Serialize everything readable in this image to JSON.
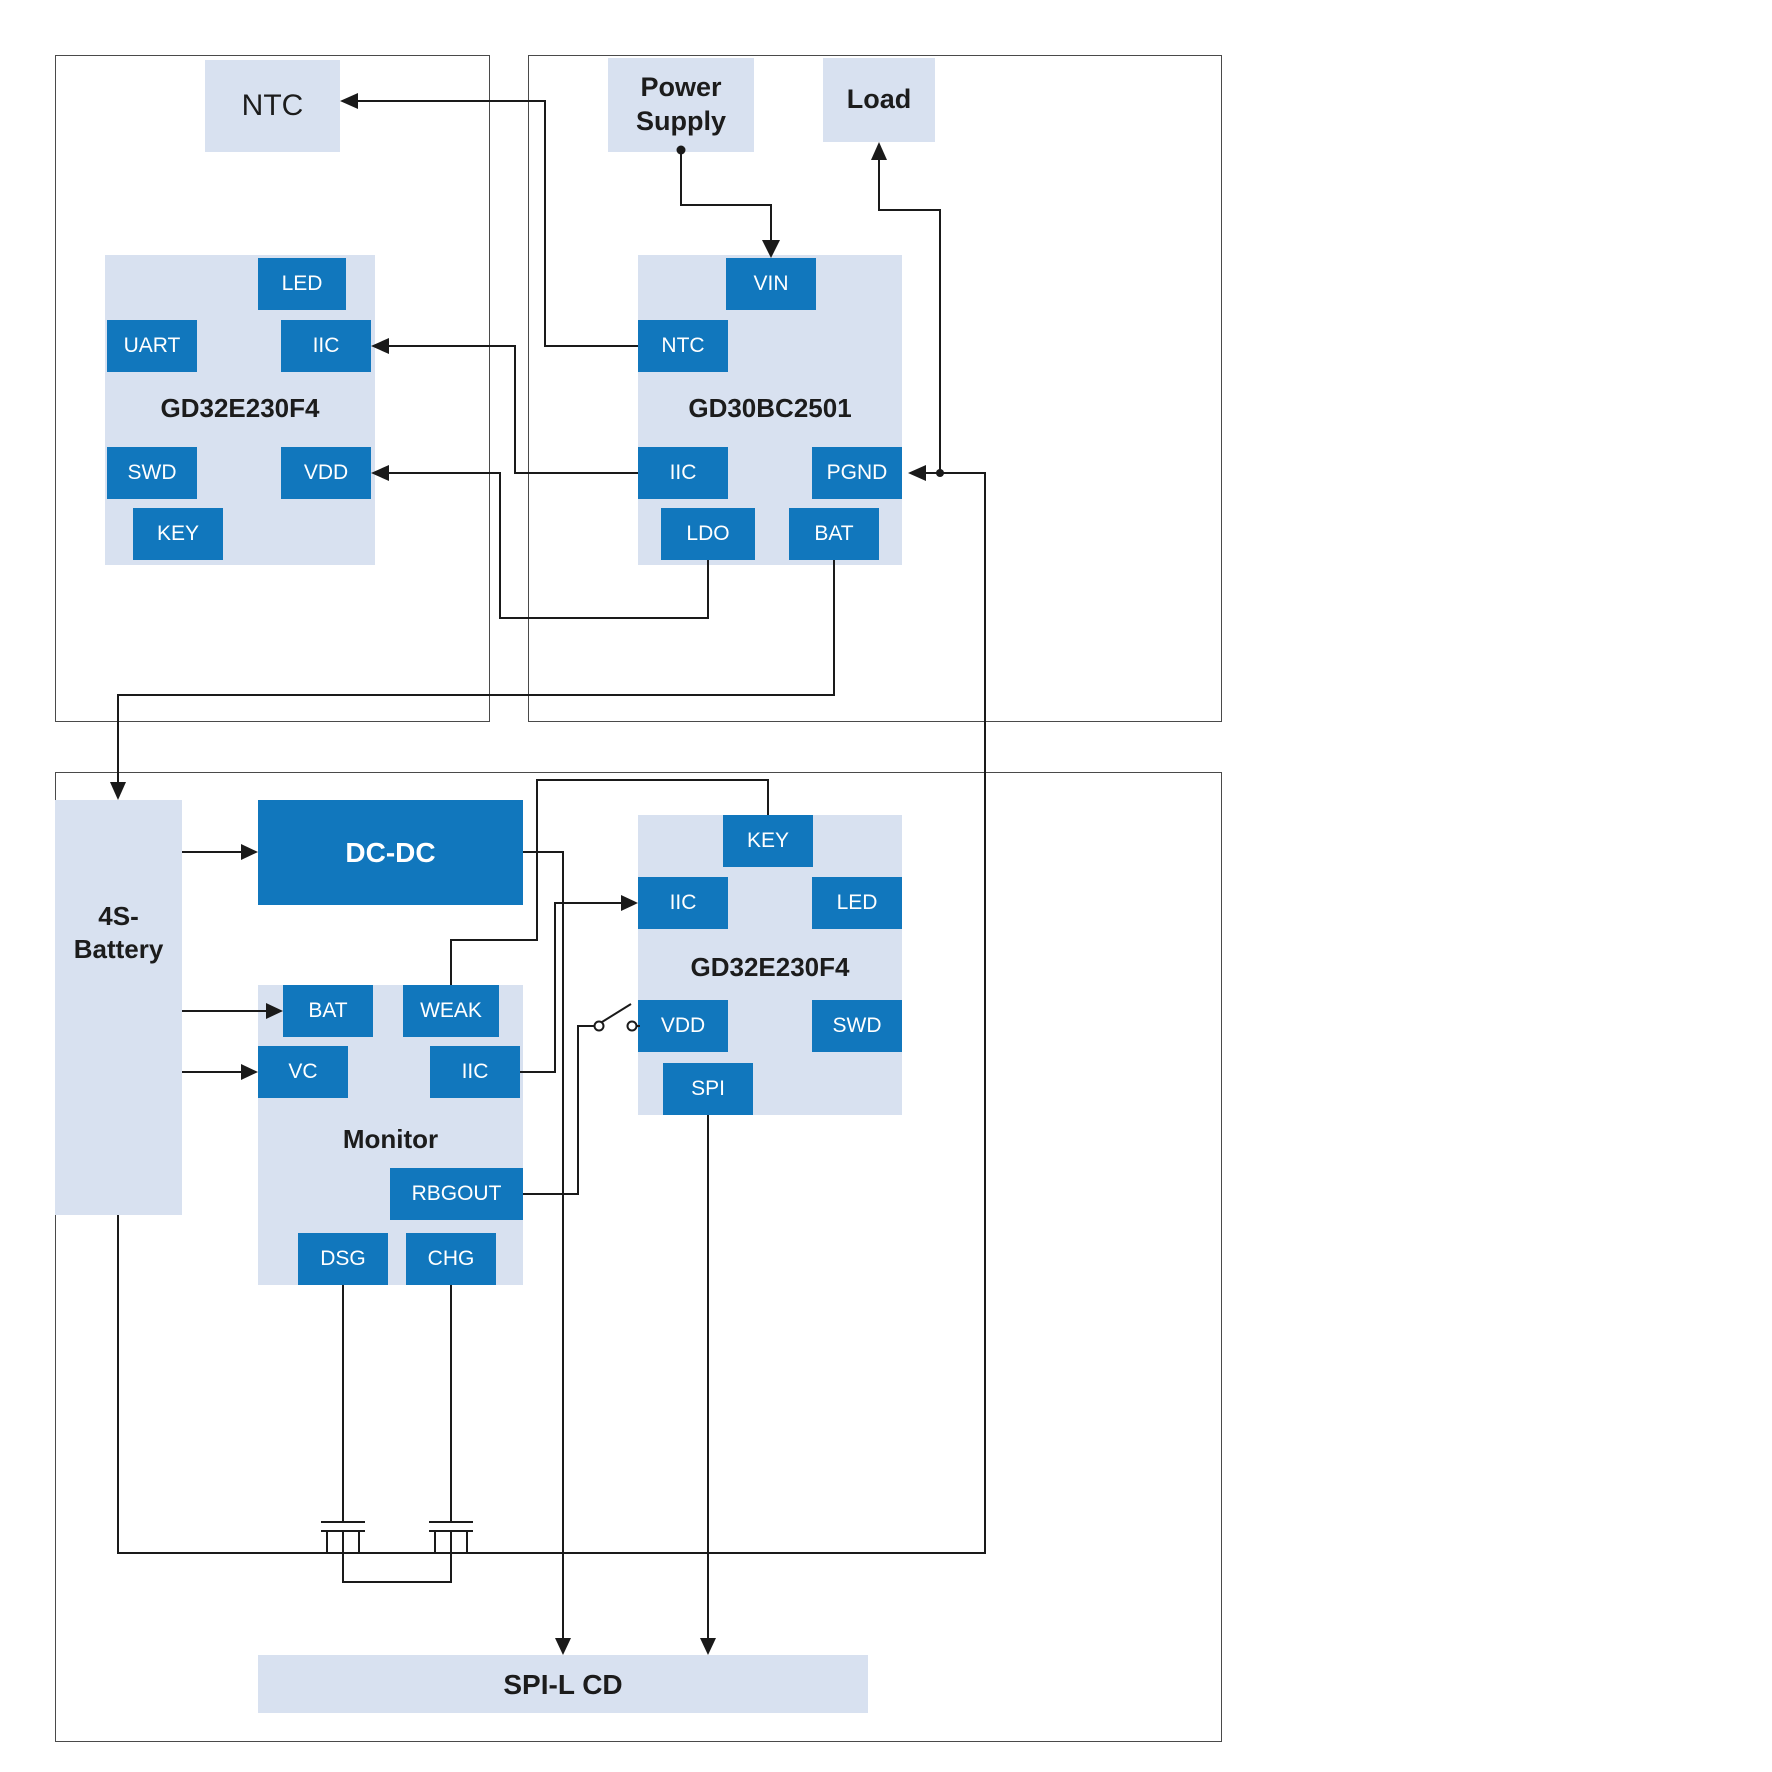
{
  "diagram_type": "battery-charger-and-pack-block-diagram",
  "colors": {
    "node_fill": "#d8e1f0",
    "pin_fill": "#1177bd",
    "pin_text": "#ffffff",
    "wire": "#1a1a1a",
    "board_border": "#4a4a4a"
  },
  "nodes": {
    "ntc": "NTC",
    "power_supply": "Power Supply",
    "load": "Load",
    "battery": "4S-Battery",
    "dcdc": "DC-DC",
    "spi_lcd": "SPI-L CD"
  },
  "chips": {
    "charger_mcu": {
      "name": "GD32E230F4",
      "pins": {
        "led": "LED",
        "uart": "UART",
        "iic": "IIC",
        "swd": "SWD",
        "vdd": "VDD",
        "key": "KEY"
      }
    },
    "charger": {
      "name": "GD30BC2501",
      "pins": {
        "vin": "VIN",
        "ntc": "NTC",
        "iic": "IIC",
        "pgnd": "PGND",
        "ldo": "LDO",
        "bat": "BAT"
      }
    },
    "monitor": {
      "name": "Monitor",
      "pins": {
        "bat": "BAT",
        "weak": "WEAK",
        "vc": "VC",
        "iic": "IIC",
        "rbgout": "RBGOUT",
        "dsg": "DSG",
        "chg": "CHG"
      }
    },
    "pack_mcu": {
      "name": "GD32E230F4",
      "pins": {
        "key": "KEY",
        "iic": "IIC",
        "led": "LED",
        "vdd": "VDD",
        "swd": "SWD",
        "spi": "SPI"
      }
    }
  },
  "connections": [
    {
      "from": "power_supply",
      "to": "charger.vin"
    },
    {
      "from": "charger.ntc",
      "to": "ntc"
    },
    {
      "from": "charger.iic",
      "to": "charger_mcu.iic"
    },
    {
      "from": "charger.ldo",
      "to": "charger_mcu.vdd"
    },
    {
      "from": "charger.bat",
      "to": "battery"
    },
    {
      "from": "pack_ground_rail",
      "to": "charger.pgnd"
    },
    {
      "from": "charger.pgnd_rail",
      "to": "load"
    },
    {
      "from": "battery",
      "to": "dcdc"
    },
    {
      "from": "battery",
      "to": "monitor.bat"
    },
    {
      "from": "battery",
      "to": "monitor.vc"
    },
    {
      "from": "pack_mcu.key",
      "to": "monitor.weak"
    },
    {
      "from": "monitor.iic",
      "to": "pack_mcu.iic"
    },
    {
      "from": "monitor.rbgout",
      "to": "pack_mcu.vdd",
      "via": "switch"
    },
    {
      "from": "dcdc",
      "to": "spi_lcd"
    },
    {
      "from": "pack_mcu.spi",
      "to": "spi_lcd"
    },
    {
      "from": "monitor.dsg",
      "to": "dsg_fet_gate"
    },
    {
      "from": "monitor.chg",
      "to": "chg_fet_gate"
    }
  ]
}
